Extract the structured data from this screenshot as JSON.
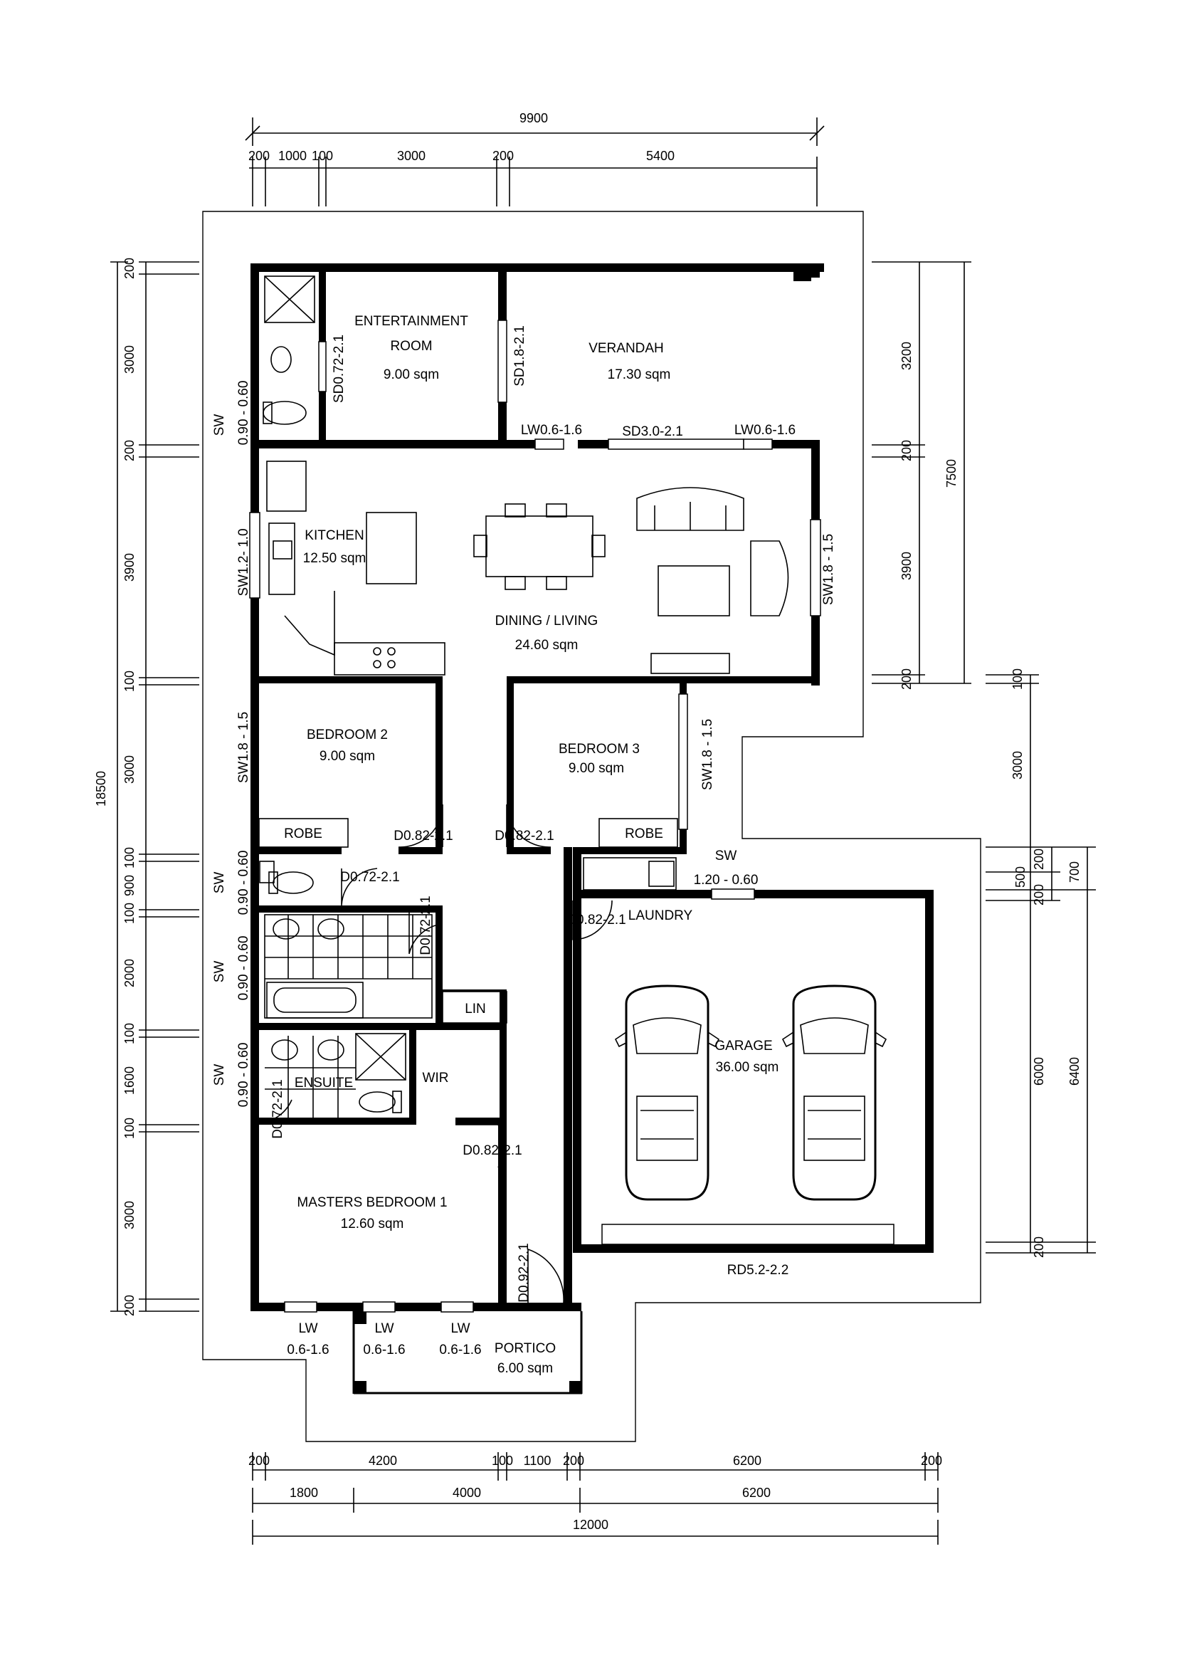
{
  "dimensions": {
    "top_total": "9900",
    "top_parts": [
      "200",
      "1000",
      "100",
      "3000",
      "200",
      "5400"
    ],
    "left_total": "18500",
    "left_parts": [
      "200",
      "3000",
      "200",
      "3900",
      "100",
      "3000",
      "100",
      "900",
      "100",
      "2000",
      "100",
      "1600",
      "100",
      "3000",
      "200"
    ],
    "right_upper": [
      "3200",
      "200",
      "3900",
      "200"
    ],
    "right_upper_total": "7500",
    "right_lower": [
      "100",
      "3000",
      "200",
      "500",
      "200",
      "6000",
      "200"
    ],
    "right_lower_total_a": "700",
    "right_lower_total_b": "6400",
    "bottom_row1": [
      "200",
      "4200",
      "100",
      "1100",
      "200",
      "6200",
      "200"
    ],
    "bottom_row2": [
      "1800",
      "4000",
      "6200"
    ],
    "bottom_total": "12000"
  },
  "rooms": {
    "entertainment": {
      "name_line1": "ENTERTAINMENT",
      "name_line2": "ROOM",
      "area": "9.00 sqm"
    },
    "verandah": {
      "name": "VERANDAH",
      "area": "17.30 sqm"
    },
    "kitchen": {
      "name": "KITCHEN",
      "area": "12.50 sqm"
    },
    "dining": {
      "name": "DINING / LIVING",
      "area": "24.60 sqm"
    },
    "bedroom2": {
      "name": "BEDROOM 2",
      "area": "9.00 sqm"
    },
    "bedroom3": {
      "name": "BEDROOM 3",
      "area": "9.00 sqm"
    },
    "laundry": {
      "name": "LAUNDRY"
    },
    "garage": {
      "name": "GARAGE",
      "area": "36.00 sqm"
    },
    "lin": {
      "name": "LIN"
    },
    "wir": {
      "name": "WIR"
    },
    "ensuite": {
      "name": "ENSUITE"
    },
    "master": {
      "name": "MASTERS BEDROOM 1",
      "area": "12.60 sqm"
    },
    "portico": {
      "name": "PORTICO",
      "area": "6.00 sqm"
    },
    "robe": "ROBE"
  },
  "openings": {
    "sd072": "SD0.72-2.1",
    "sd18": "SD1.8-2.1",
    "lw0616": "LW0.6-1.6",
    "sd30": "SD3.0-2.1",
    "sw1210": "SW1.2- 1.0",
    "sw1815": "SW1.8 - 1.5",
    "sw": "SW",
    "sw0906": "0.90 - 0.60",
    "sw1206": "1.20 - 0.60",
    "d0821": "D0.82-2.1",
    "d0721": "D0.72-2.1",
    "d0921": "D0.92-2.1",
    "lw": "LW",
    "lw_size": "0.6-1.6",
    "rd": "RD5.2-2.2"
  }
}
